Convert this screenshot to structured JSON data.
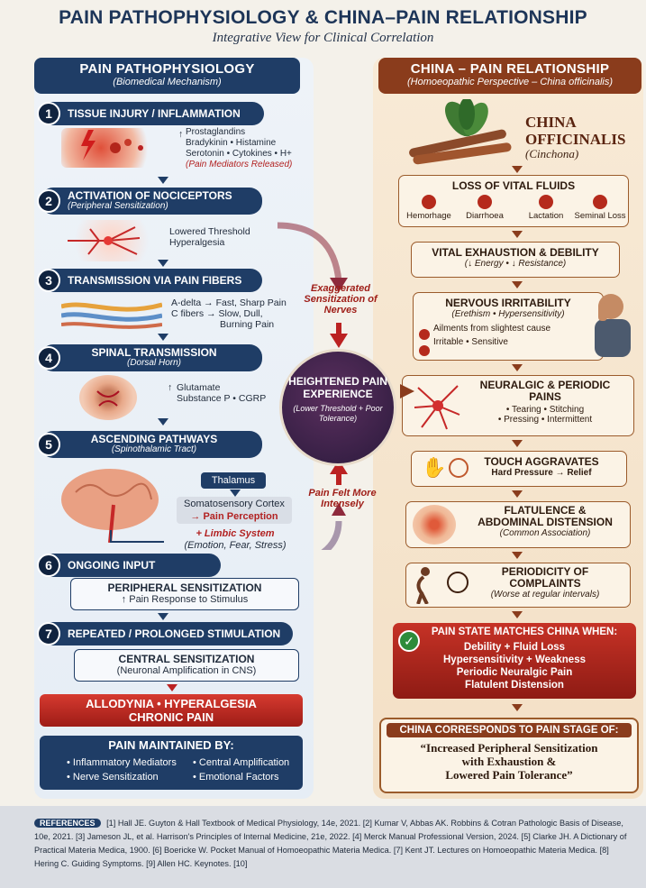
{
  "title": "PAIN PATHOPHYSIOLOGY & CHINA–PAIN RELATIONSHIP",
  "subtitle": "Integrative View for Clinical Correlation",
  "left": {
    "header": "PAIN PATHOPHYSIOLOGY",
    "header_sub": "(Biomedical Mechanism)",
    "steps": [
      {
        "num": "1",
        "label": "TISSUE INJURY / INFLAMMATION",
        "sub": ""
      },
      {
        "num": "2",
        "label": "ACTIVATION OF NOCICEPTORS",
        "sub": "(Peripheral Sensitization)"
      },
      {
        "num": "3",
        "label": "TRANSMISSION VIA PAIN FIBERS",
        "sub": ""
      },
      {
        "num": "4",
        "label": "SPINAL TRANSMISSION",
        "sub": "(Dorsal Horn)"
      },
      {
        "num": "5",
        "label": "ASCENDING PATHWAYS",
        "sub": "(Spinothalamic Tract)"
      },
      {
        "num": "6",
        "label": "ONGOING INPUT",
        "sub": ""
      },
      {
        "num": "7",
        "label": "REPEATED / PROLONGED STIMULATION",
        "sub": ""
      }
    ],
    "s1_notes": [
      "Prostaglandins",
      "Bradykinin • Histamine",
      "Serotonin • Cytokines • H+"
    ],
    "s1_red": "(Pain Mediators Released)",
    "s2_notes": [
      "Lowered Threshold",
      "Hyperalgesia"
    ],
    "s3_notes": [
      "A-delta → Fast, Sharp Pain",
      "C fibers → Slow, Dull,",
      "Burning Pain"
    ],
    "s4_notes": [
      "Glutamate",
      "Substance P • CGRP"
    ],
    "thalamus": "Thalamus",
    "cortex": "Somatosensory Cortex",
    "cortex_red": "→ Pain Perception",
    "limbic": "+ Limbic System",
    "limbic_sub": "(Emotion, Fear, Stress)",
    "peripheral_title": "PERIPHERAL SENSITIZATION",
    "peripheral_sub": "↑ Pain Response to Stimulus",
    "central_title": "CENTRAL SENSITIZATION",
    "central_sub": "(Neuronal Amplification in CNS)",
    "allodynia_1": "ALLODYNIA • HYPERALGESIA",
    "allodynia_2": "CHRONIC PAIN",
    "maintained_title": "PAIN MAINTAINED BY:",
    "maintained": [
      "• Inflammatory Mediators",
      "• Central Amplification",
      "• Nerve Sensitization",
      "• Emotional Factors"
    ]
  },
  "center": {
    "top_note": "Exaggerated Sensitization of Nerves",
    "circle_title": "HEIGHTENED PAIN EXPERIENCE",
    "circle_sub": "(Lower Threshold + Poor Tolerance)",
    "bottom_note": "Pain Felt More Intensely"
  },
  "right": {
    "header": "CHINA – PAIN RELATIONSHIP",
    "header_sub": "(Homoeopathic Perspective – China officinalis)",
    "china_title_1": "CHINA",
    "china_title_2": "OFFICINALIS",
    "china_sub": "(Cinchona)",
    "loss_title": "LOSS OF VITAL FLUIDS",
    "fluids": [
      "Hemorhage",
      "Diarrhoea",
      "Lactation",
      "Seminal Loss"
    ],
    "exhaustion_title": "VITAL EXHAUSTION & DEBILITY",
    "exhaustion_sub": "(↓ Energy • ↓ Resistance)",
    "irritability_title": "NERVOUS IRRITABILITY",
    "irritability_sub": "(Erethism • Hypersensitivity)",
    "irritability_items": [
      "Ailments from slightest cause",
      "Irritable • Sensitive"
    ],
    "neuralgic_title_1": "NEURALGIC & PERIODIC",
    "neuralgic_title_2": "PAINS",
    "neuralgic_items": [
      "• Tearing • Stitching",
      "• Pressing • Intermittent"
    ],
    "touch_title": "TOUCH AGGRAVATES",
    "touch_sub": "Hard Pressure → Relief",
    "flatulence_title_1": "FLATULENCE &",
    "flatulence_title_2": "ABDOMINAL DISTENSION",
    "flatulence_sub": "(Common Association)",
    "periodicity_title_1": "PERIODICITY OF",
    "periodicity_title_2": "COMPLAINTS",
    "periodicity_sub": "(Worse at regular intervals)",
    "match_title": "PAIN STATE MATCHES CHINA WHEN:",
    "match_items": [
      "Debility + Fluid Loss",
      "Hypersensitivity + Weakness",
      "Periodic Neuralgic Pain",
      "Flatulent Distension"
    ],
    "corr_title": "CHINA CORRESPONDS TO PAIN STAGE OF:",
    "corr_quote_1": "“Increased Peripheral Sensitization",
    "corr_quote_2": "with Exhaustion &",
    "corr_quote_3": "Lowered Pain Tolerance”"
  },
  "references": {
    "tag": "REFERENCES",
    "text": "[1] Hall JE. Guyton & Hall Textbook of Medical Physiology, 14e, 2021.   [2] Kumar V, Abbas AK. Robbins & Cotran Pathologic Basis of Disease, 10e, 2021.   [3] Jameson JL, et al. Harrison's Principles of Internal Medicine, 21e, 2022.   [4] Merck Manual Professional Version, 2024.   [5] Clarke JH. A Dictionary of Practical Materia Medica, 1900.   [6] Boericke W. Pocket Manual of Homoeopathic Materia Medica.   [7] Kent JT. Lectures on Homoeopathic Materia Medica.   [8] Hering C. Guiding Symptoms.   [9] Allen HC. Keynotes.   [10]"
  }
}
